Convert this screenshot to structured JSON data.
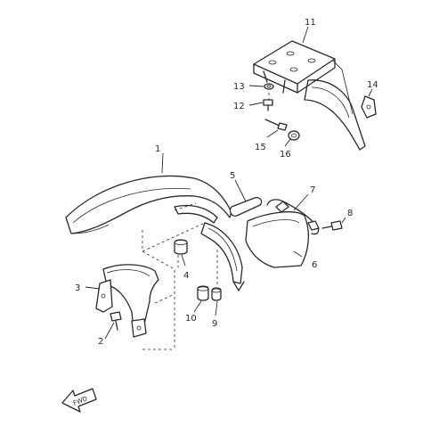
{
  "labels": {
    "p1": "1",
    "p2": "2",
    "p3": "3",
    "p4": "4",
    "p5": "5",
    "p6": "6",
    "p7": "7",
    "p8": "8",
    "p9": "9",
    "p10": "10",
    "p11": "11",
    "p12": "12",
    "p13": "13",
    "p14": "14",
    "p15": "15",
    "p16": "16"
  },
  "fwd_label": "FWD"
}
